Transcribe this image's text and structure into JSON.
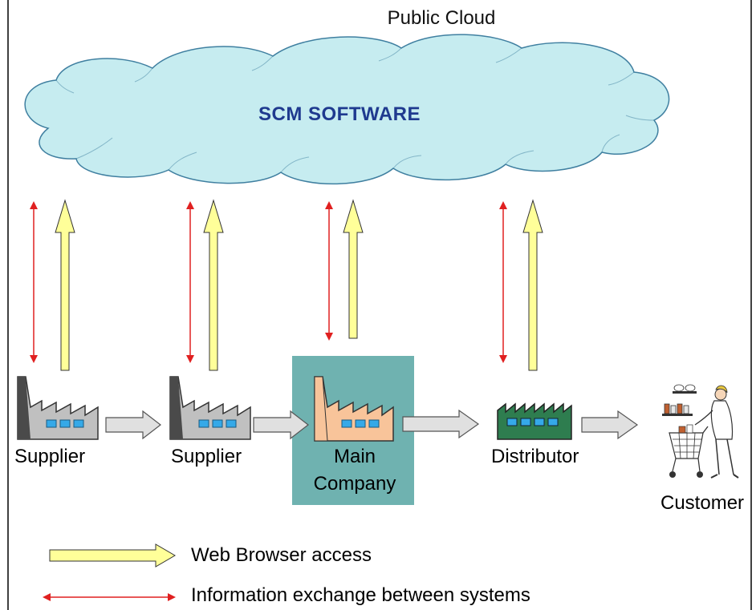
{
  "cloud": {
    "label": "Public Cloud",
    "software": "SCM SOFTWARE"
  },
  "nodes": [
    {
      "id": "supplier-1",
      "label": "Supplier",
      "color": "#c0c0c0"
    },
    {
      "id": "supplier-2",
      "label": "Supplier",
      "color": "#c0c0c0"
    },
    {
      "id": "main-company",
      "label_line1": "Main",
      "label_line2": "Company",
      "color": "#f8c49a"
    },
    {
      "id": "distributor",
      "label": "Distributor",
      "color": "#2e7d4f"
    },
    {
      "id": "customer",
      "label": "Customer"
    }
  ],
  "legend": {
    "web_browser": "Web Browser access",
    "info_exchange": "Information exchange between systems"
  },
  "colors": {
    "cloud_fill": "#c6ecf0",
    "cloud_stroke": "#3f7fa0",
    "yellow_arrow": "#ffff99",
    "red_arrow": "#e02020",
    "gray_arrow": "#e0e0e0",
    "main_box": "#6fb2b0",
    "windows": "#35a9e8"
  }
}
